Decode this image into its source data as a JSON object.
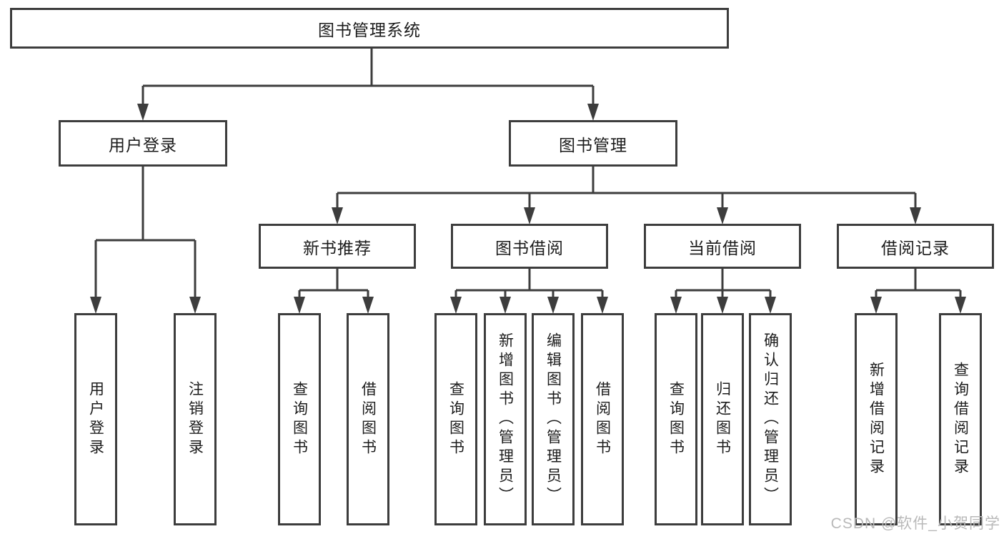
{
  "diagram": {
    "root": {
      "label": "图书管理系统"
    },
    "level2": [
      {
        "label": "用户登录"
      },
      {
        "label": "图书管理"
      }
    ],
    "level3": [
      {
        "label": "新书推荐"
      },
      {
        "label": "图书借阅"
      },
      {
        "label": "当前借阅"
      },
      {
        "label": "借阅记录"
      }
    ],
    "leaves": [
      {
        "label": "用户登录"
      },
      {
        "label": "注销登录"
      },
      {
        "label": "查询图书"
      },
      {
        "label": "借阅图书"
      },
      {
        "label": "查询图书"
      },
      {
        "label": "新增图书（管理员）"
      },
      {
        "label": "编辑图书（管理员）"
      },
      {
        "label": "借阅图书"
      },
      {
        "label": "查询图书"
      },
      {
        "label": "归还图书"
      },
      {
        "label": "确认归还（管理员）"
      },
      {
        "label": "新增借阅记录"
      },
      {
        "label": "查询借阅记录"
      }
    ]
  },
  "watermark": {
    "text": "CSDN @软件_小贺同学"
  },
  "colors": {
    "line": "#3d3d3d",
    "text": "#1c1c1c",
    "watermark": "#b9b9b9",
    "background": "#ffffff"
  }
}
